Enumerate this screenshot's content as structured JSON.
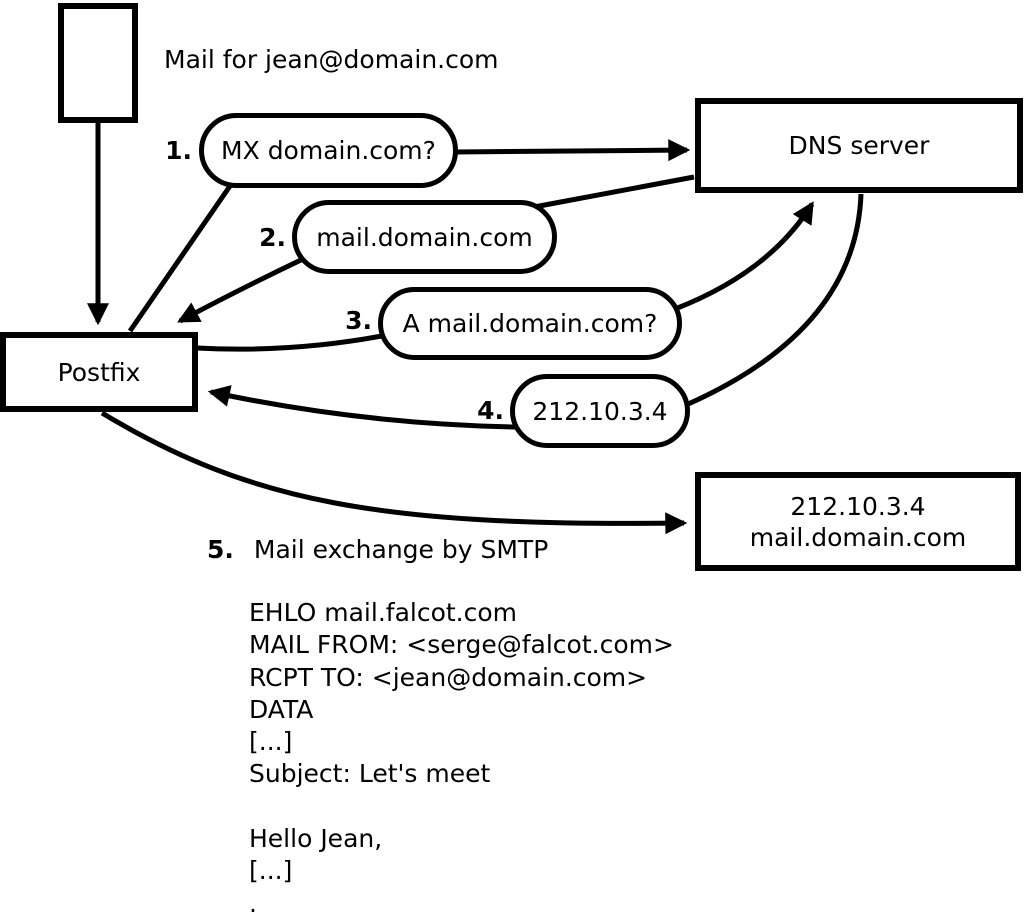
{
  "diagram": {
    "title": "Mail for jean@domain.com",
    "nodes": {
      "postfix": "Postfix",
      "dns": "DNS server",
      "mailserver": {
        "line1": "212.10.3.4",
        "line2": "mail.domain.com"
      }
    },
    "steps": [
      {
        "num": "1.",
        "label": "MX domain.com?"
      },
      {
        "num": "2.",
        "label": "mail.domain.com"
      },
      {
        "num": "3.",
        "label": "A mail.domain.com?"
      },
      {
        "num": "4.",
        "label": "212.10.3.4"
      },
      {
        "num": "5.",
        "label": "Mail exchange by SMTP"
      }
    ],
    "smtp": {
      "lines": [
        "EHLO mail.falcot.com",
        "MAIL FROM: <serge@falcot.com>",
        "RCPT TO: <jean@domain.com>",
        "DATA",
        "[...]",
        "Subject: Let's meet",
        "",
        "Hello Jean,",
        "[...]",
        "."
      ]
    }
  },
  "colors": {
    "ink": "#000000",
    "background": "#ffffff"
  }
}
